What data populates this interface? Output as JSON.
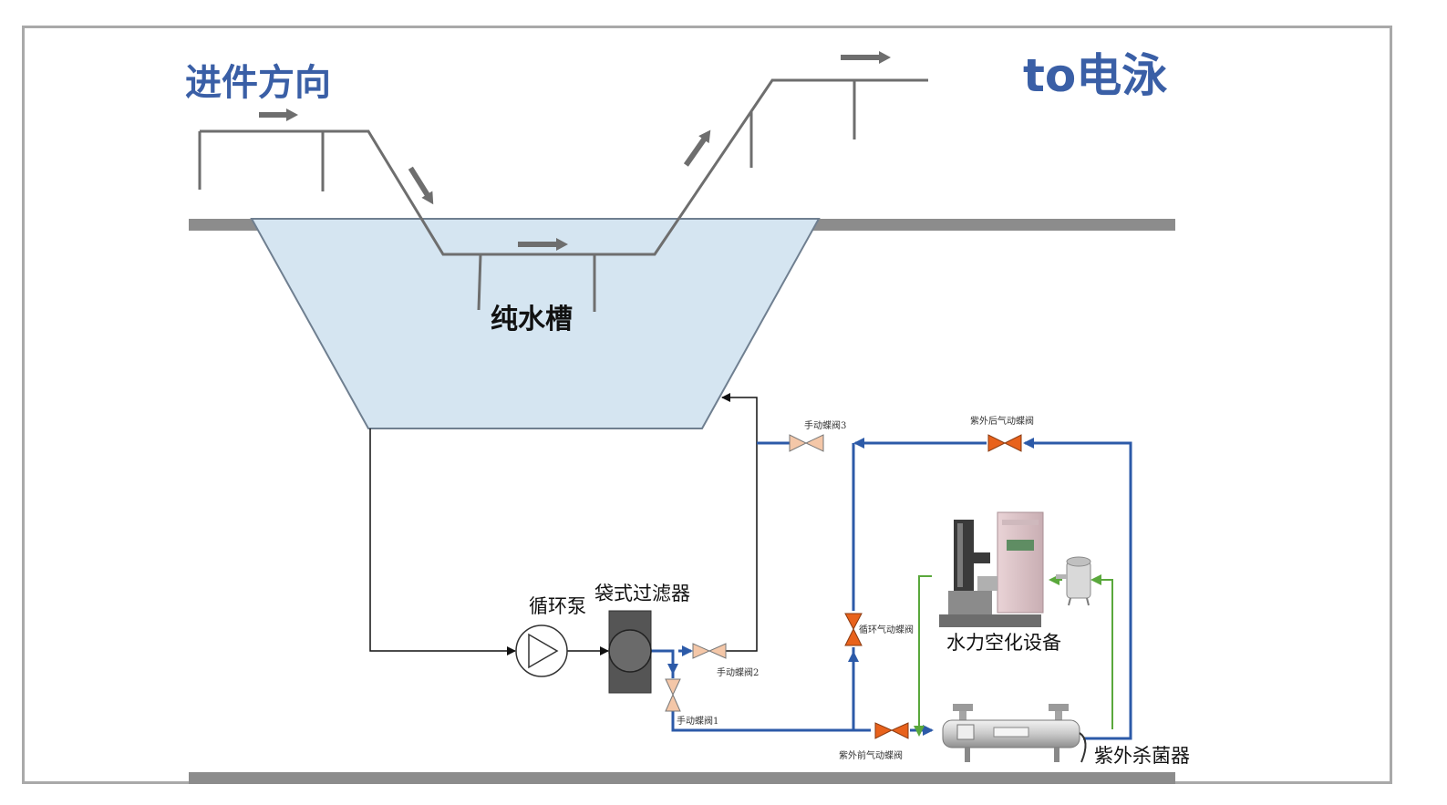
{
  "titles": {
    "incoming_direction": "进件方向",
    "to_electrophoresis": "to电泳"
  },
  "tank": {
    "label": "纯水槽",
    "fill_color": "#d5e5f1"
  },
  "equipment": {
    "circulation_pump": "循环泵",
    "bag_filter": "袋式过滤器",
    "hydrodynamic_cavitation": "水力空化设备",
    "uv_sterilizer": "紫外杀菌器"
  },
  "valves": {
    "manual_valve_1": "手动蝶阀1",
    "manual_valve_2": "手动蝶阀2",
    "manual_valve_3": "手动蝶阀3",
    "uv_post_pneumatic": "紫外后气动蝶阀",
    "uv_pre_pneumatic": "紫外前气动蝶阀",
    "circ_pneumatic": "循环气动蝶阀"
  },
  "colors": {
    "title_blue": "#3a5fa6",
    "pipe_blue": "#2c5aa8",
    "pipe_green": "#5aa83c",
    "pneumatic_valve": "#e8621c",
    "manual_valve": "#f4c7a8",
    "rail_gray": "#8c8c8c"
  }
}
